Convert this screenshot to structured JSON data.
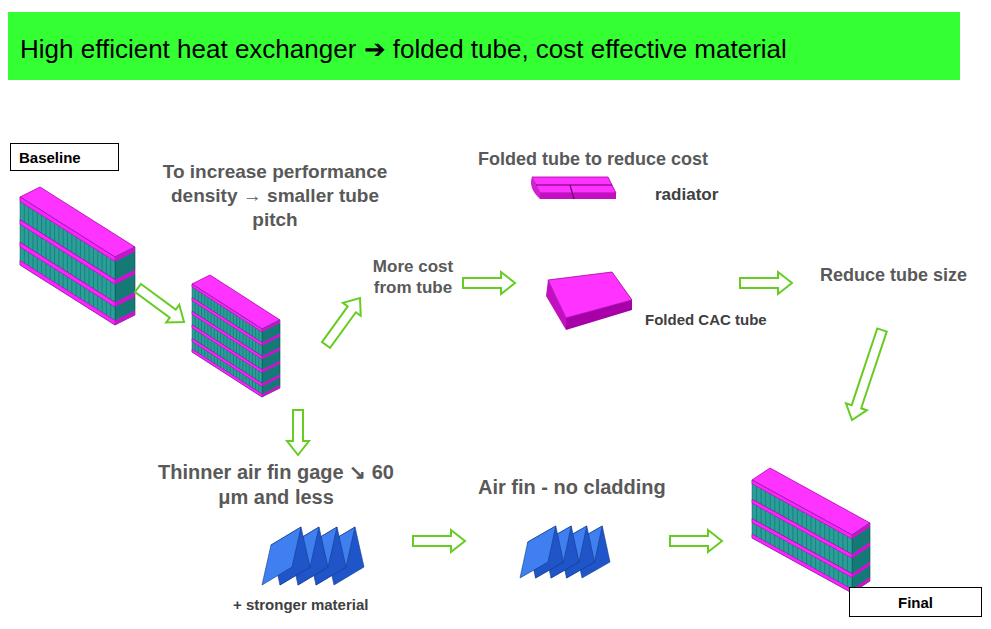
{
  "diagram": {
    "title": "High efficient heat exchanger ➔ folded tube, cost effective material",
    "nodes": [
      {
        "text": [
          "Baseline"
        ]
      },
      {
        "text": [
          "Final"
        ]
      }
    ],
    "labels": [
      "To increase performance density → smaller tube pitch",
      "More cost from tube",
      "Folded tube to reduce cost",
      "radiator",
      "Folded CAC tube",
      "Reduce tube size",
      "Thinner air fin gage ↘ 60 μm and less",
      "+ stronger material",
      "Air fin - no cladding"
    ]
  }
}
